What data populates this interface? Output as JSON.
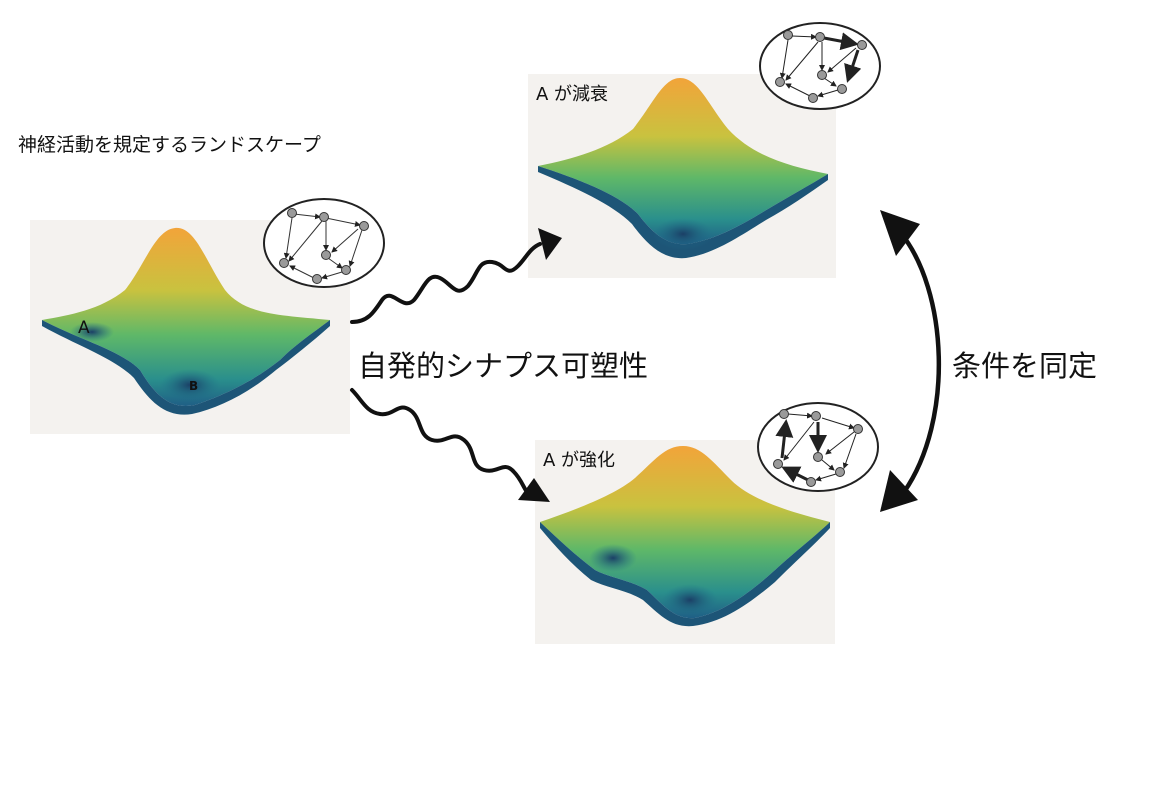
{
  "title": "神経活動を規定するランドスケープ",
  "arrow_label": "自発的シナプス可塑性",
  "condition_label": "条件を同定",
  "panels": {
    "initial": {
      "well_a": "A",
      "well_b": "B"
    },
    "decay": {
      "title": "A が減衰"
    },
    "strengthen": {
      "title": "A が強化"
    }
  },
  "colors": {
    "peak": "#f2a43a",
    "mid": "#5fb868",
    "valley": "#1f6f8b",
    "deep": "#1b3f66",
    "arrow": "#111111"
  }
}
